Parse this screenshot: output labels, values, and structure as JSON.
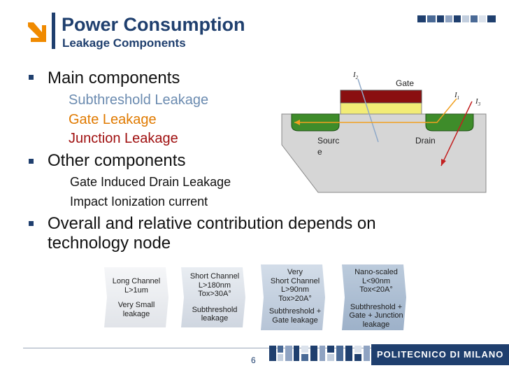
{
  "header": {
    "title": "Power Consumption",
    "subtitle": "Leakage Components"
  },
  "bullets": {
    "main": "Main components",
    "main_sub": [
      "Subthreshold  Leakage",
      "Gate Leakage",
      "Junction Leakage"
    ],
    "other": "Other components",
    "other_sub": [
      "Gate Induced Drain Leakage",
      "Impact Ionization current"
    ],
    "overall_line1": "Overall and relative contribution depends on",
    "overall_line2": "technology node"
  },
  "diagram": {
    "gate": "Gate",
    "source_line1": "Sourc",
    "source_line2": "e",
    "drain": "Drain",
    "i1": "I",
    "i1_sub": "1",
    "i2": "I",
    "i2_sub": "2",
    "i3": "I",
    "i3_sub": "3"
  },
  "timeline": [
    {
      "lines": [
        "Long Channel",
        "L>1um",
        "",
        "Very Small",
        "leakage"
      ]
    },
    {
      "lines": [
        "Short Channel",
        "L>180nm",
        "Tox>30A°",
        "",
        "Subthreshold",
        "leakage"
      ]
    },
    {
      "lines": [
        "Very",
        "Short Channel",
        "L>90nm",
        "Tox>20A°",
        "",
        "Subthreshold +",
        "Gate leakage"
      ]
    },
    {
      "lines": [
        "Nano-scaled",
        "L<90nm",
        "Tox<20A°",
        "",
        "Subthreshold +",
        "Gate + Junction",
        "leakage"
      ]
    }
  ],
  "footer": {
    "page_number": "6",
    "institution": "POLITECNICO DI MILANO"
  },
  "colors": {
    "brand_blue": "#1f3f6e",
    "subthreshold": "#6b8bb0",
    "gate_leakage": "#e07a00",
    "junction_leakage": "#a01010"
  }
}
